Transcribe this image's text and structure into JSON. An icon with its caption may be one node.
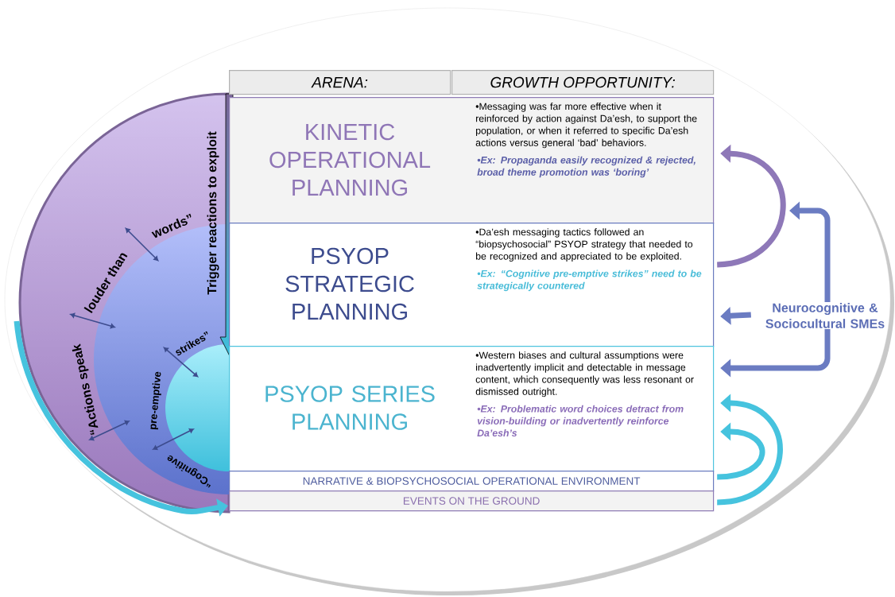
{
  "diagram": {
    "nodes": [
      {
        "text": [
          "ARENA:"
        ]
      },
      {
        "text": [
          "GROWTH OPPORTUNITY:"
        ]
      },
      {
        "text": [
          "KINETIC OPERATIONAL PLANNING",
          "•Messaging was far more effective when it reinforced by action against Da’esh, to support the population, or when it referred to specific Da’esh actions versus general ‘bad’ behaviors.",
          "•Ex: Propaganda easily recognized & rejected, broad theme promotion was ‘boring’"
        ]
      },
      {
        "text": [
          "PSYOP STRATEGIC PLANNING",
          "•Da’esh messaging tactics followed an “biopsychosocial” PSYOP strategy that needed to be recognized and appreciated to be exploited.",
          "•Ex: “Cognitive pre-emptive strikes” need to be strategically countered"
        ]
      },
      {
        "text": [
          "PSYOP SERIES PLANNING",
          "•Western biases and cultural assumptions were inadvertently implicit and detectable in message content, which consequently was less resonant or dismissed outright.",
          "•Ex: Problematic word choices detract from vision-building or inadvertently reinforce Da’esh’s"
        ]
      },
      {
        "text": [
          "NARRATIVE & BIOPSYCHOSOCIAL OPERATIONAL ENVIRONMENT"
        ]
      },
      {
        "text": [
          "EVENTS ON THE GROUND"
        ]
      },
      {
        "text": [
          "Neurocognitive & Sociocultural SMEs"
        ]
      }
    ],
    "edges": [
      {
        "from": 3,
        "to": 2,
        "arrow": "to",
        "color": "#8e78b8"
      },
      {
        "from": 5,
        "to": 4,
        "arrow": "to",
        "color": "#46c3de"
      },
      {
        "from": 6,
        "to": 4,
        "arrow": "to",
        "color": "#46c3de"
      },
      {
        "from": 7,
        "to": 3,
        "arrow": "to"
      },
      {
        "from": 7,
        "to": 4,
        "arrow": "to"
      },
      {
        "from": 7,
        "to": null,
        "arrow": "to"
      },
      {
        "from": null,
        "to": 6,
        "arrow": "to",
        "color": "#46c3de"
      }
    ],
    "labels": [
      "“Actions speak",
      "louder than",
      "words”",
      "Trigger reactions to exploit",
      "“Cognitive",
      "pre-emptive",
      "strikes”"
    ]
  }
}
